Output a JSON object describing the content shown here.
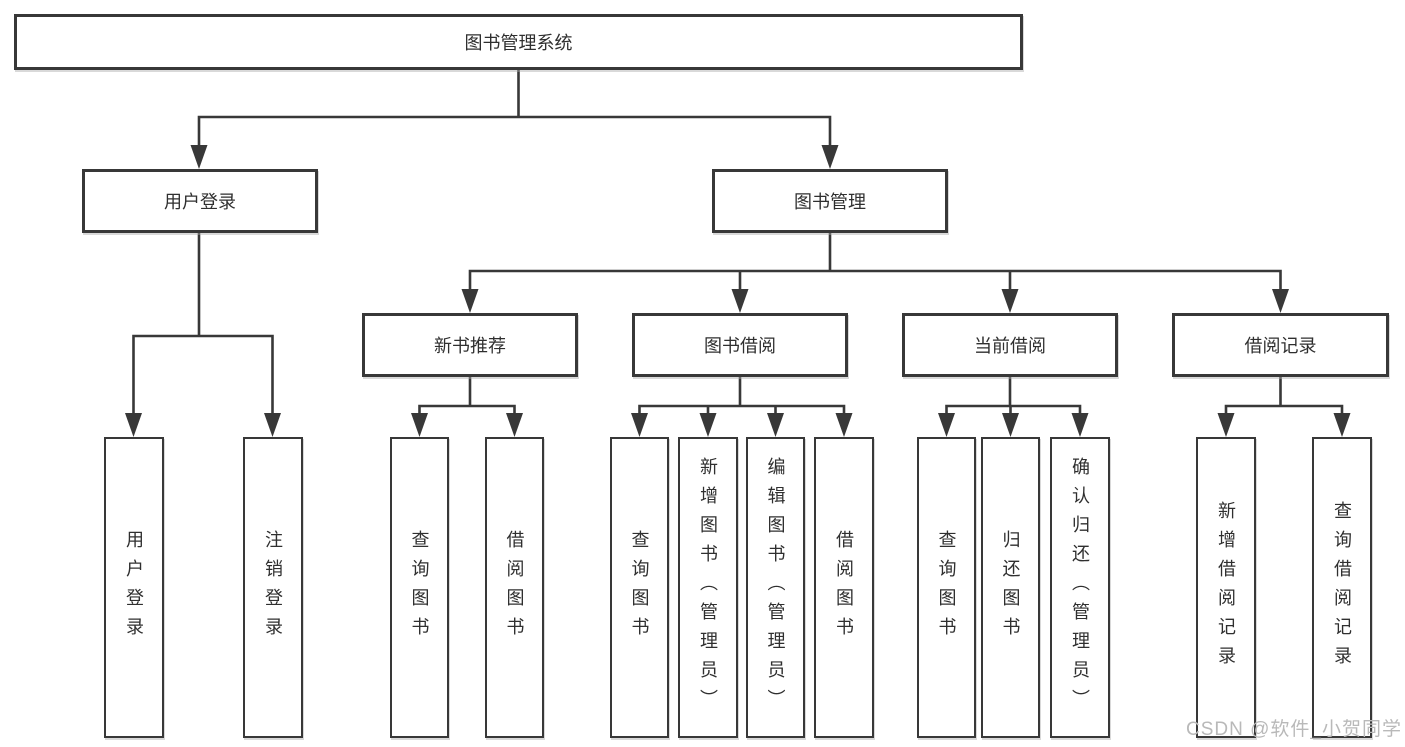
{
  "diagram": {
    "root": {
      "label": "图书管理系统"
    },
    "branches": [
      {
        "label": "用户登录",
        "children": [
          {
            "label": "用户登录"
          },
          {
            "label": "注销登录"
          }
        ]
      },
      {
        "label": "图书管理",
        "children": [
          {
            "label": "新书推荐",
            "children": [
              {
                "label": "查询图书"
              },
              {
                "label": "借阅图书"
              }
            ]
          },
          {
            "label": "图书借阅",
            "children": [
              {
                "label": "查询图书"
              },
              {
                "label": "新增图书（管理员）"
              },
              {
                "label": "编辑图书（管理员）"
              },
              {
                "label": "借阅图书"
              }
            ]
          },
          {
            "label": "当前借阅",
            "children": [
              {
                "label": "查询图书"
              },
              {
                "label": "归还图书"
              },
              {
                "label": "确认归还（管理员）"
              }
            ]
          },
          {
            "label": "借阅记录",
            "children": [
              {
                "label": "新增借阅记录"
              },
              {
                "label": "查询借阅记录"
              }
            ]
          }
        ]
      }
    ]
  },
  "watermark": {
    "text": "CSDN @软件_小贺同学"
  },
  "colors": {
    "line": "#383838",
    "box_background": "#ffffff",
    "text": "#2f2f2f",
    "watermark": "#b9b9b9"
  }
}
